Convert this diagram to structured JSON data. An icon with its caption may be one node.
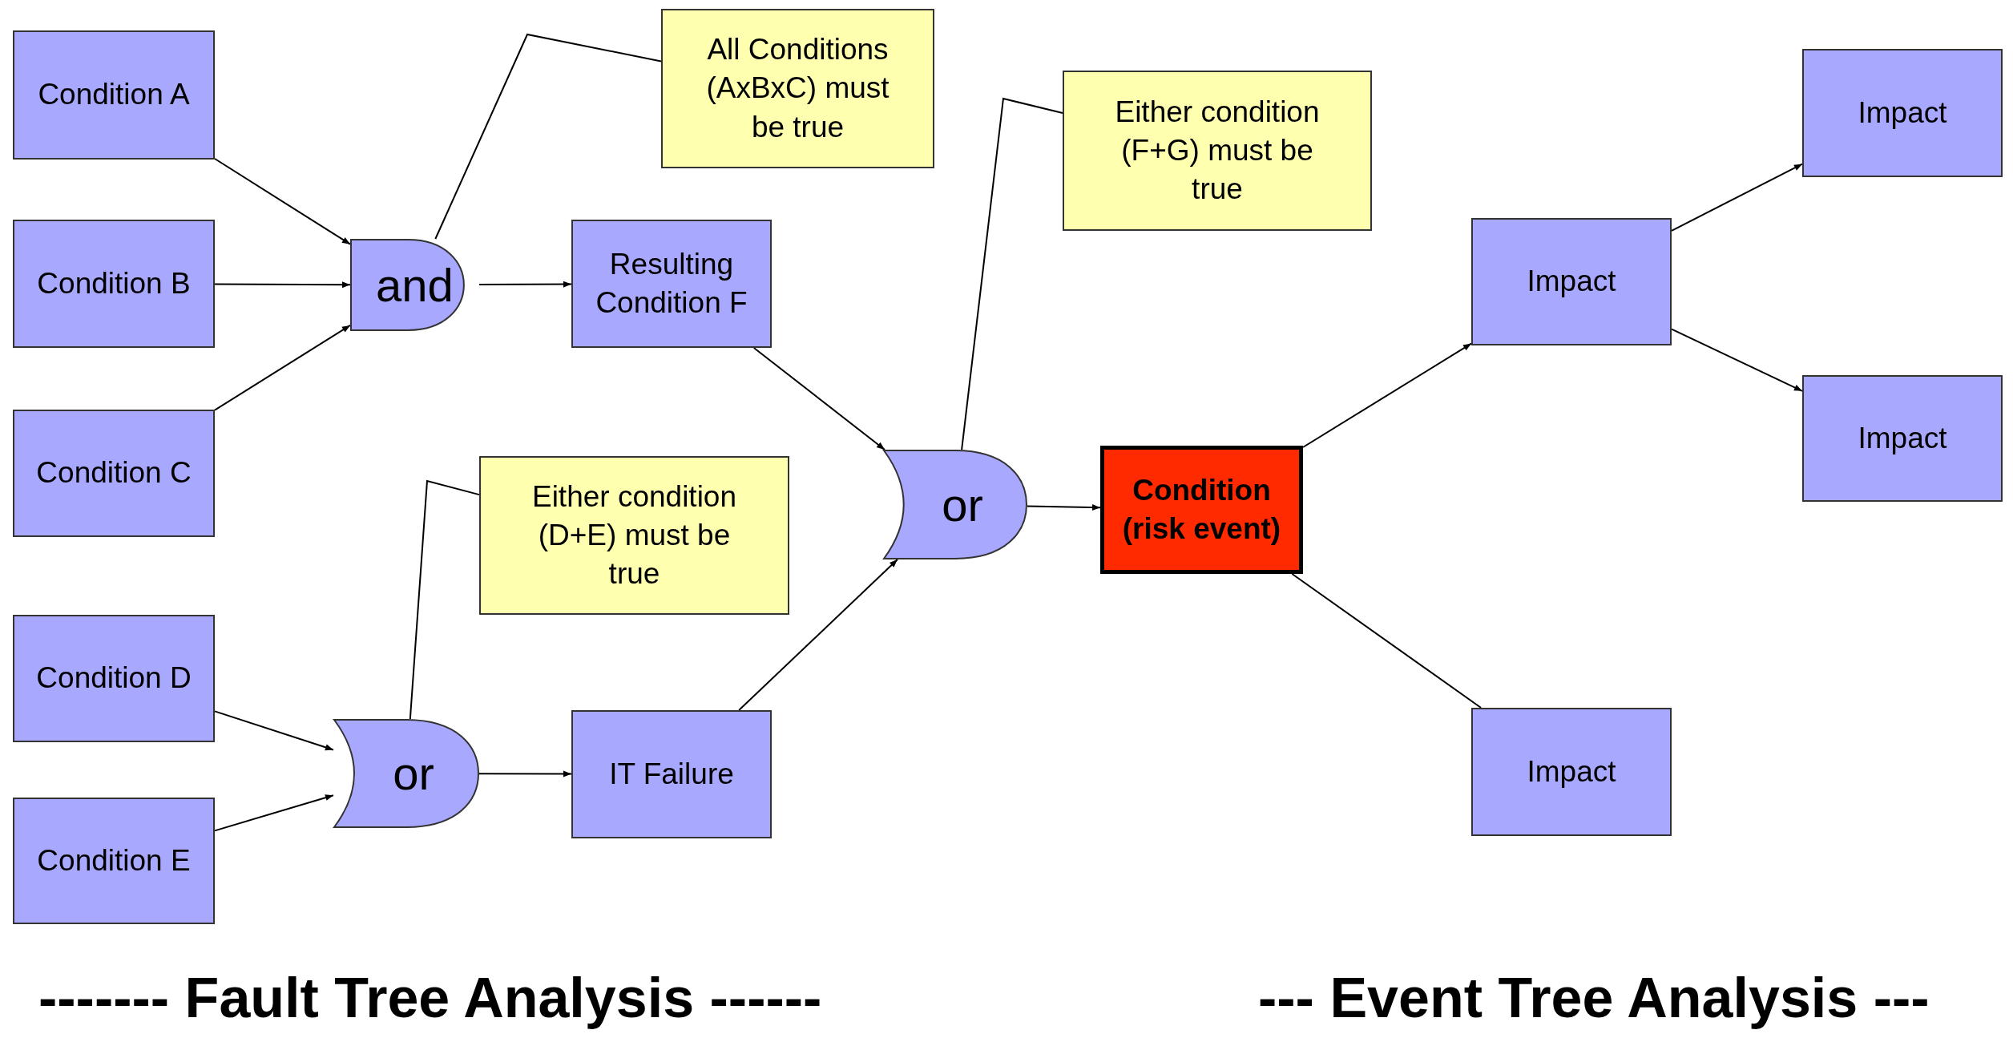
{
  "diagram": {
    "nodes": [
      {
        "text": [
          "Condition A"
        ]
      },
      {
        "text": [
          "Condition B"
        ]
      },
      {
        "text": [
          "Condition C"
        ]
      },
      {
        "text": [
          "Condition D"
        ]
      },
      {
        "text": [
          "Condition E"
        ]
      },
      {
        "text": [
          "and"
        ]
      },
      {
        "text": [
          "or"
        ]
      },
      {
        "text": [
          "Resulting Condition F"
        ]
      },
      {
        "text": [
          "IT Failure"
        ]
      },
      {
        "text": [
          "or"
        ]
      },
      {
        "text": [
          "Condition (risk event)"
        ]
      },
      {
        "text": [
          "Impact"
        ]
      },
      {
        "text": [
          "Impact"
        ]
      },
      {
        "text": [
          "Impact"
        ]
      },
      {
        "text": [
          "Impact"
        ]
      },
      {
        "text": [
          "All Conditions (AxBxC) must be true"
        ]
      },
      {
        "text": [
          "Either condition (F+G) must be true"
        ]
      },
      {
        "text": [
          "Either condition (D+E) must be true"
        ]
      }
    ],
    "edges": [
      {
        "from": 0,
        "to": 5,
        "arrow": "to"
      },
      {
        "from": 1,
        "to": 5,
        "arrow": "to"
      },
      {
        "from": 2,
        "to": 5,
        "arrow": "to"
      },
      {
        "from": 5,
        "to": 7,
        "arrow": "to"
      },
      {
        "from": 3,
        "to": 6,
        "arrow": "to"
      },
      {
        "from": 4,
        "to": 6,
        "arrow": "to"
      },
      {
        "from": 6,
        "to": 8,
        "arrow": "to"
      },
      {
        "from": 7,
        "to": 9,
        "arrow": "to"
      },
      {
        "from": 8,
        "to": 9,
        "arrow": "to"
      },
      {
        "from": 9,
        "to": 10,
        "arrow": "to"
      },
      {
        "from": 10,
        "to": 12,
        "arrow": "to"
      },
      {
        "from": 12,
        "to": 11,
        "arrow": "to"
      },
      {
        "from": 12,
        "to": 13,
        "arrow": "to"
      },
      {
        "from": 10,
        "to": 14,
        "arrow": "none"
      },
      {
        "from": 15,
        "to": 5,
        "arrow": "none"
      },
      {
        "from": 16,
        "to": 9,
        "arrow": "none"
      },
      {
        "from": 17,
        "to": 6,
        "arrow": "none"
      }
    ],
    "labels": [
      "------- Fault Tree Analysis ------",
      "--- Event Tree Analysis ---"
    ]
  }
}
